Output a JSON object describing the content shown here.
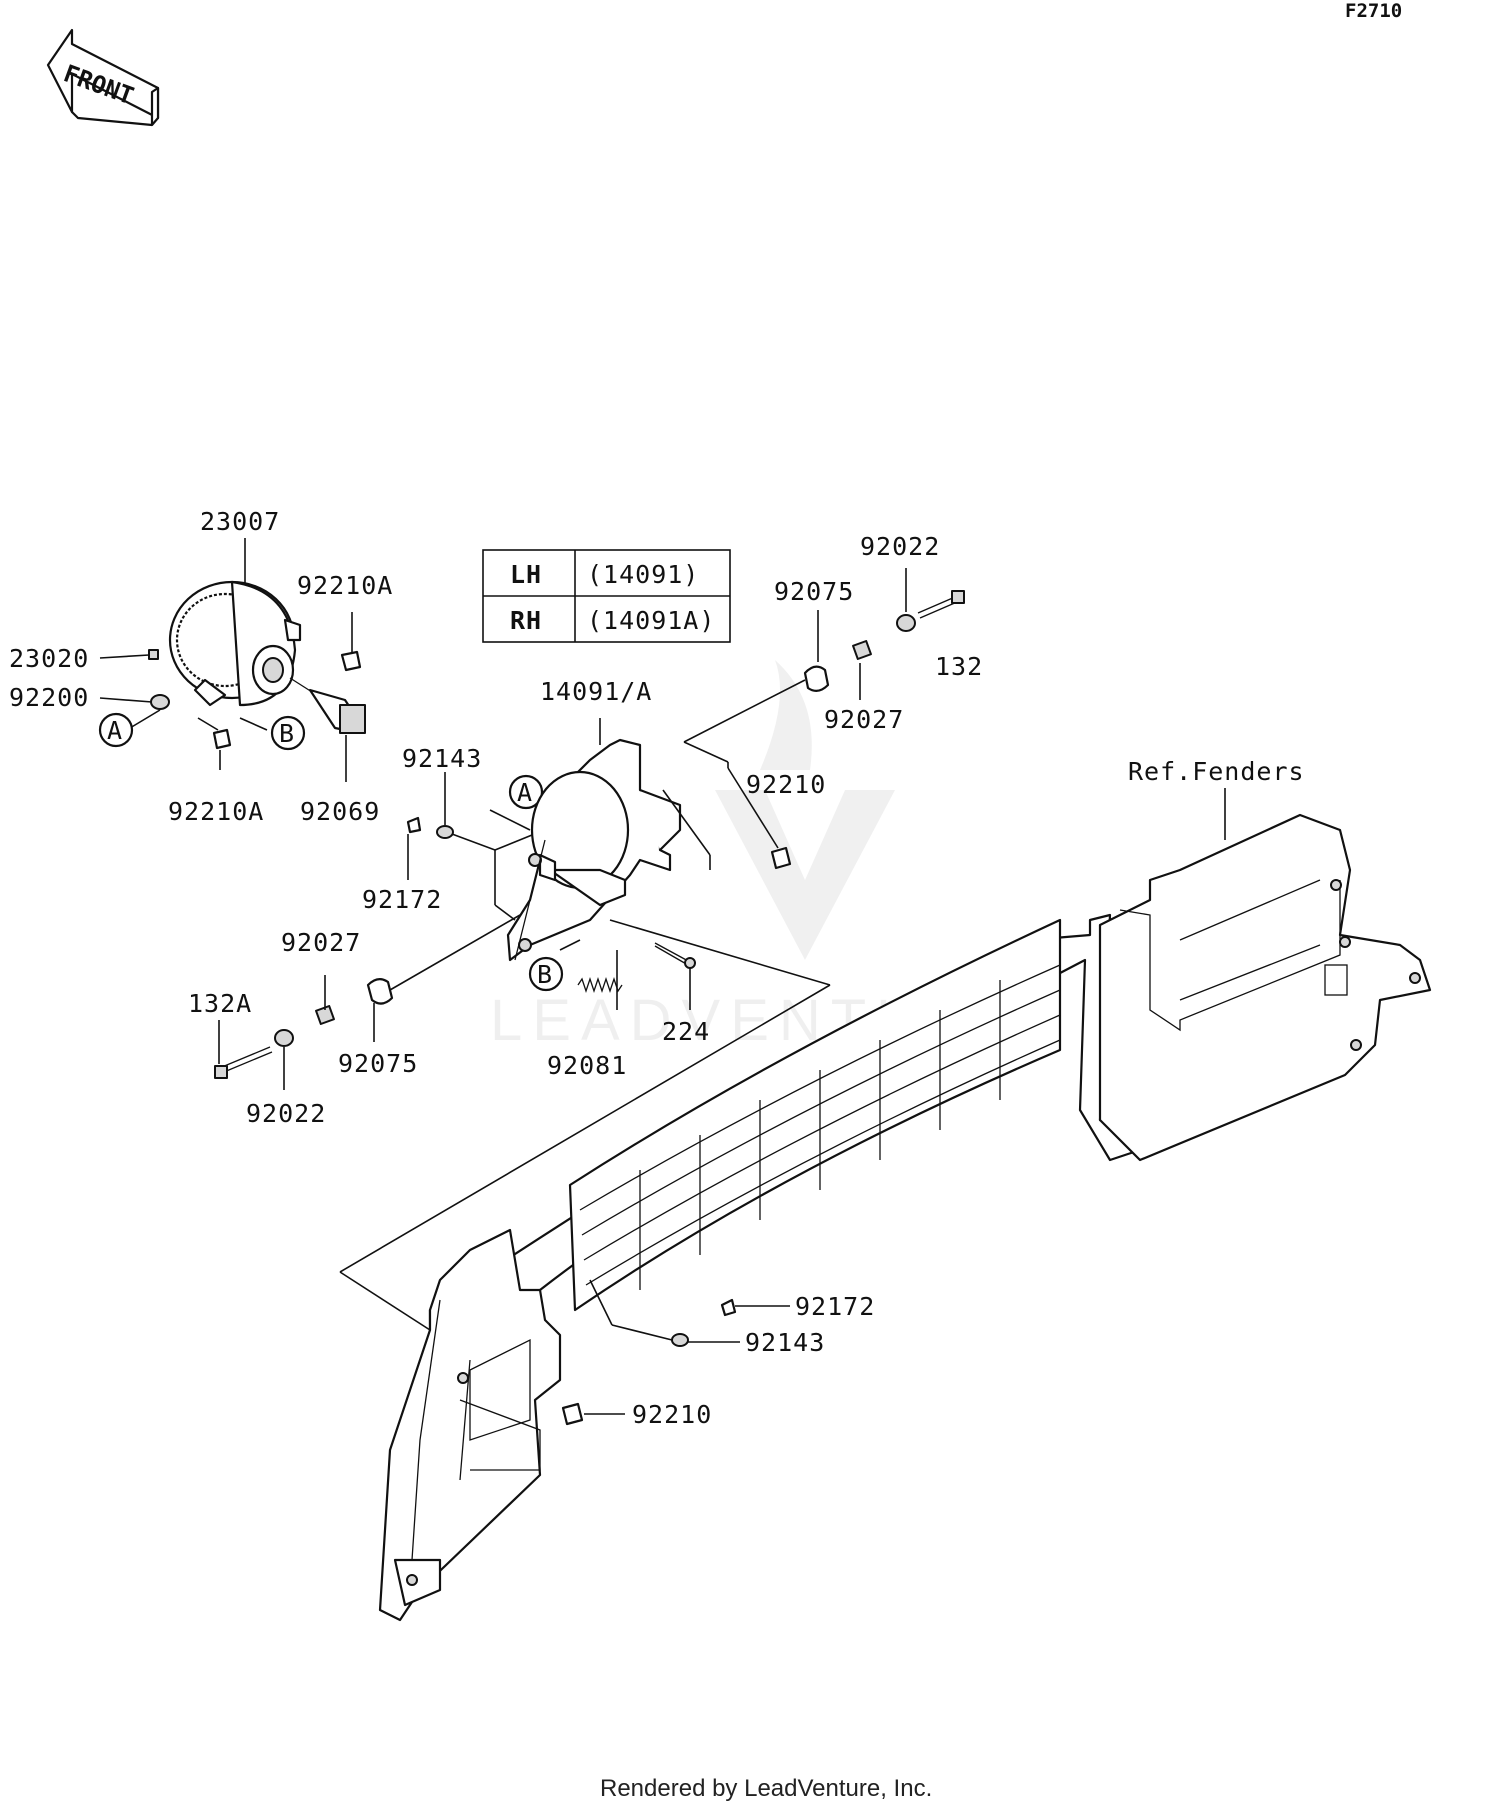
{
  "diagram": {
    "code": "F2710",
    "front_label": "FRONT",
    "footer": "Rendered by LeadVenture, Inc.",
    "watermark": "LEADVENTURE",
    "table": {
      "rows": [
        {
          "side": "LH",
          "part": "(14091)"
        },
        {
          "side": "RH",
          "part": "(14091A)"
        }
      ]
    },
    "ref_label": "A",
    "ref_label_b": "B",
    "labels": {
      "p23007": "23007",
      "p92210A_top": "92210A",
      "p23020": "23020",
      "p92200": "92200",
      "p92210A_bottom": "92210A",
      "p92069": "92069",
      "p14091A": "14091/A",
      "p92075_top": "92075",
      "p92022_top": "92022",
      "p132": "132",
      "p92027_top": "92027",
      "p92210_mid": "92210",
      "p92143_top": "92143",
      "p92172_top": "92172",
      "p92027_left": "92027",
      "p132A": "132A",
      "p92075_left": "92075",
      "p92022_left": "92022",
      "p224": "224",
      "p92081": "92081",
      "ref_fenders": "Ref.Fenders",
      "p92172_bottom": "92172",
      "p92143_bottom": "92143",
      "p92210_bottom": "92210"
    }
  }
}
